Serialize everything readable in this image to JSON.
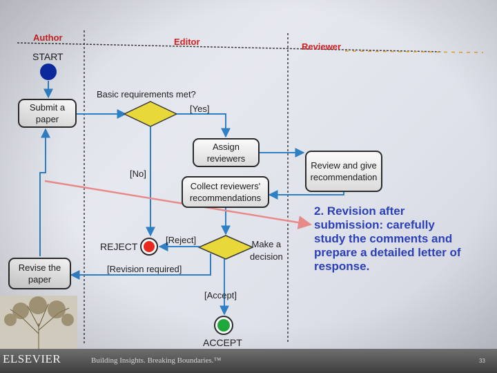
{
  "lanes": {
    "author": "Author",
    "editor": "Editor",
    "reviewer": "Reviewer"
  },
  "start_label": "START",
  "decision1_label": "Basic requirements met?",
  "nodes": {
    "submit": "Submit a\npaper",
    "assign": "Assign\nreviewers",
    "review": "Review and give\nrecommendation",
    "collect": "Collect reviewers'\nrecommendations",
    "revise": "Revise the\npaper"
  },
  "edges": {
    "yes": "[Yes]",
    "no": "[No]",
    "reject": "[Reject]",
    "revision": "[Revision required]",
    "accept": "[Accept]"
  },
  "decision2_label": "Make a\ndecision",
  "end_reject": "REJECT",
  "end_accept": "ACCEPT",
  "note": "2. Revision after\nsubmission: carefully\nstudy the comments and\nprepare a detailed letter of\nresponse.",
  "footer": {
    "brand": "ELSEVIER",
    "tagline": "Building Insights. Breaking Boundaries.™",
    "slide_number": "33"
  },
  "colors": {
    "lane_title": "#d42020",
    "decision_fill": "#e8d83a",
    "flow_line": "#2f7fc4",
    "start_node": "#0c2aa6",
    "reject_node": "#e8291f",
    "accept_node": "#1ea83a",
    "note_text": "#2a3fb8"
  }
}
